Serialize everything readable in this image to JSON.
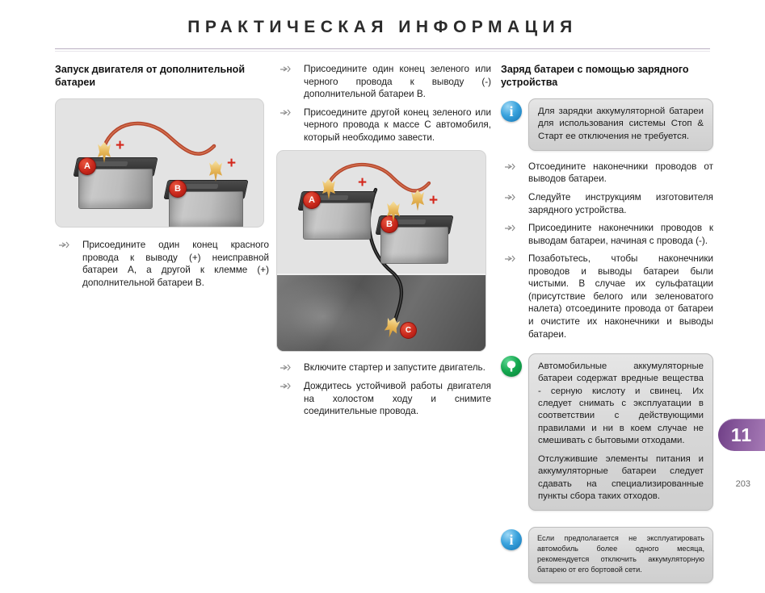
{
  "header": {
    "title": "ПРАКТИЧЕСКАЯ ИНФОРМАЦИЯ"
  },
  "left_column": {
    "heading": "Запуск двигателя от дополнительной батареи",
    "illustration": {
      "name": "jump-start-two-batteries-diagram",
      "battery_a_label": "A",
      "battery_b_label": "B",
      "plus_sign_1": "+",
      "plus_sign_2": "+",
      "cable_color": "#b5452c"
    },
    "steps": [
      "Присоедините один конец красного провода к выводу (+) неисправной батареи А, а другой к клемме (+) дополнительной батареи В."
    ]
  },
  "middle_column": {
    "steps_top": [
      "Присоедините один конец зеленого или черного провода к выводу (-) дополнительной батареи В.",
      "Присоедините другой конец зеленого или черного провода к массе С автомобиля, который необходимо завести."
    ],
    "illustration": {
      "name": "jump-start-ground-point-diagram",
      "battery_a_label": "A",
      "battery_b_label": "B",
      "ground_label": "C",
      "plus_sign_1": "+",
      "plus_sign_2": "+",
      "red_cable_color": "#b5452c",
      "black_cable_color": "#1a1a1a"
    },
    "steps_bottom": [
      "Включите стартер и запустите двигатель.",
      "Дождитесь устойчивой работы двигателя на холостом ходу и снимите соединительные провода."
    ]
  },
  "right_column": {
    "heading": "Заряд батареи с помощью зарядного устройства",
    "info_box_top": {
      "icon": "info-icon",
      "icon_color": "#1273b4",
      "text": "Для зарядки аккумуляторной батареи для использования системы Стоп & Старт ее отключения не требуется."
    },
    "steps": [
      "Отсоедините наконечники проводов от выводов батареи.",
      "Следуйте инструкциям изготовителя зарядного устройства.",
      "Присоедините наконечники проводов к выводам батареи, начиная с провода (-).",
      "Позаботьтесь, чтобы наконечники проводов и выводы батареи были чистыми. В случае их сульфатации (присутствие белого или зеленоватого налета) отсоедините провода от батареи и очистите их наконечники и выводы батареи."
    ],
    "eco_box": {
      "icon": "eco-tree-icon",
      "icon_color": "#14a84f",
      "paragraph_1": "Автомобильные аккумуляторные батареи содержат вредные вещества - серную кислоту и свинец. Их следует снимать с эксплуатации в соответствии с действующими правилами и ни в коем случае не смешивать с бытовыми отходами.",
      "paragraph_2": "Отслужившие элементы питания и аккумуляторные батареи следует сдавать на специализированные пункты сбора таких отходов."
    },
    "info_box_bottom": {
      "icon": "info-icon",
      "icon_color": "#1273b4",
      "text": "Если предполагается не эксплуатировать автомобиль более одного месяца, рекомендуется отключить аккумуляторную батарею от его бортовой сети."
    }
  },
  "footer": {
    "chapter_tab": "11",
    "chapter_tab_color": "#8a5c9e",
    "page_number": "203"
  }
}
